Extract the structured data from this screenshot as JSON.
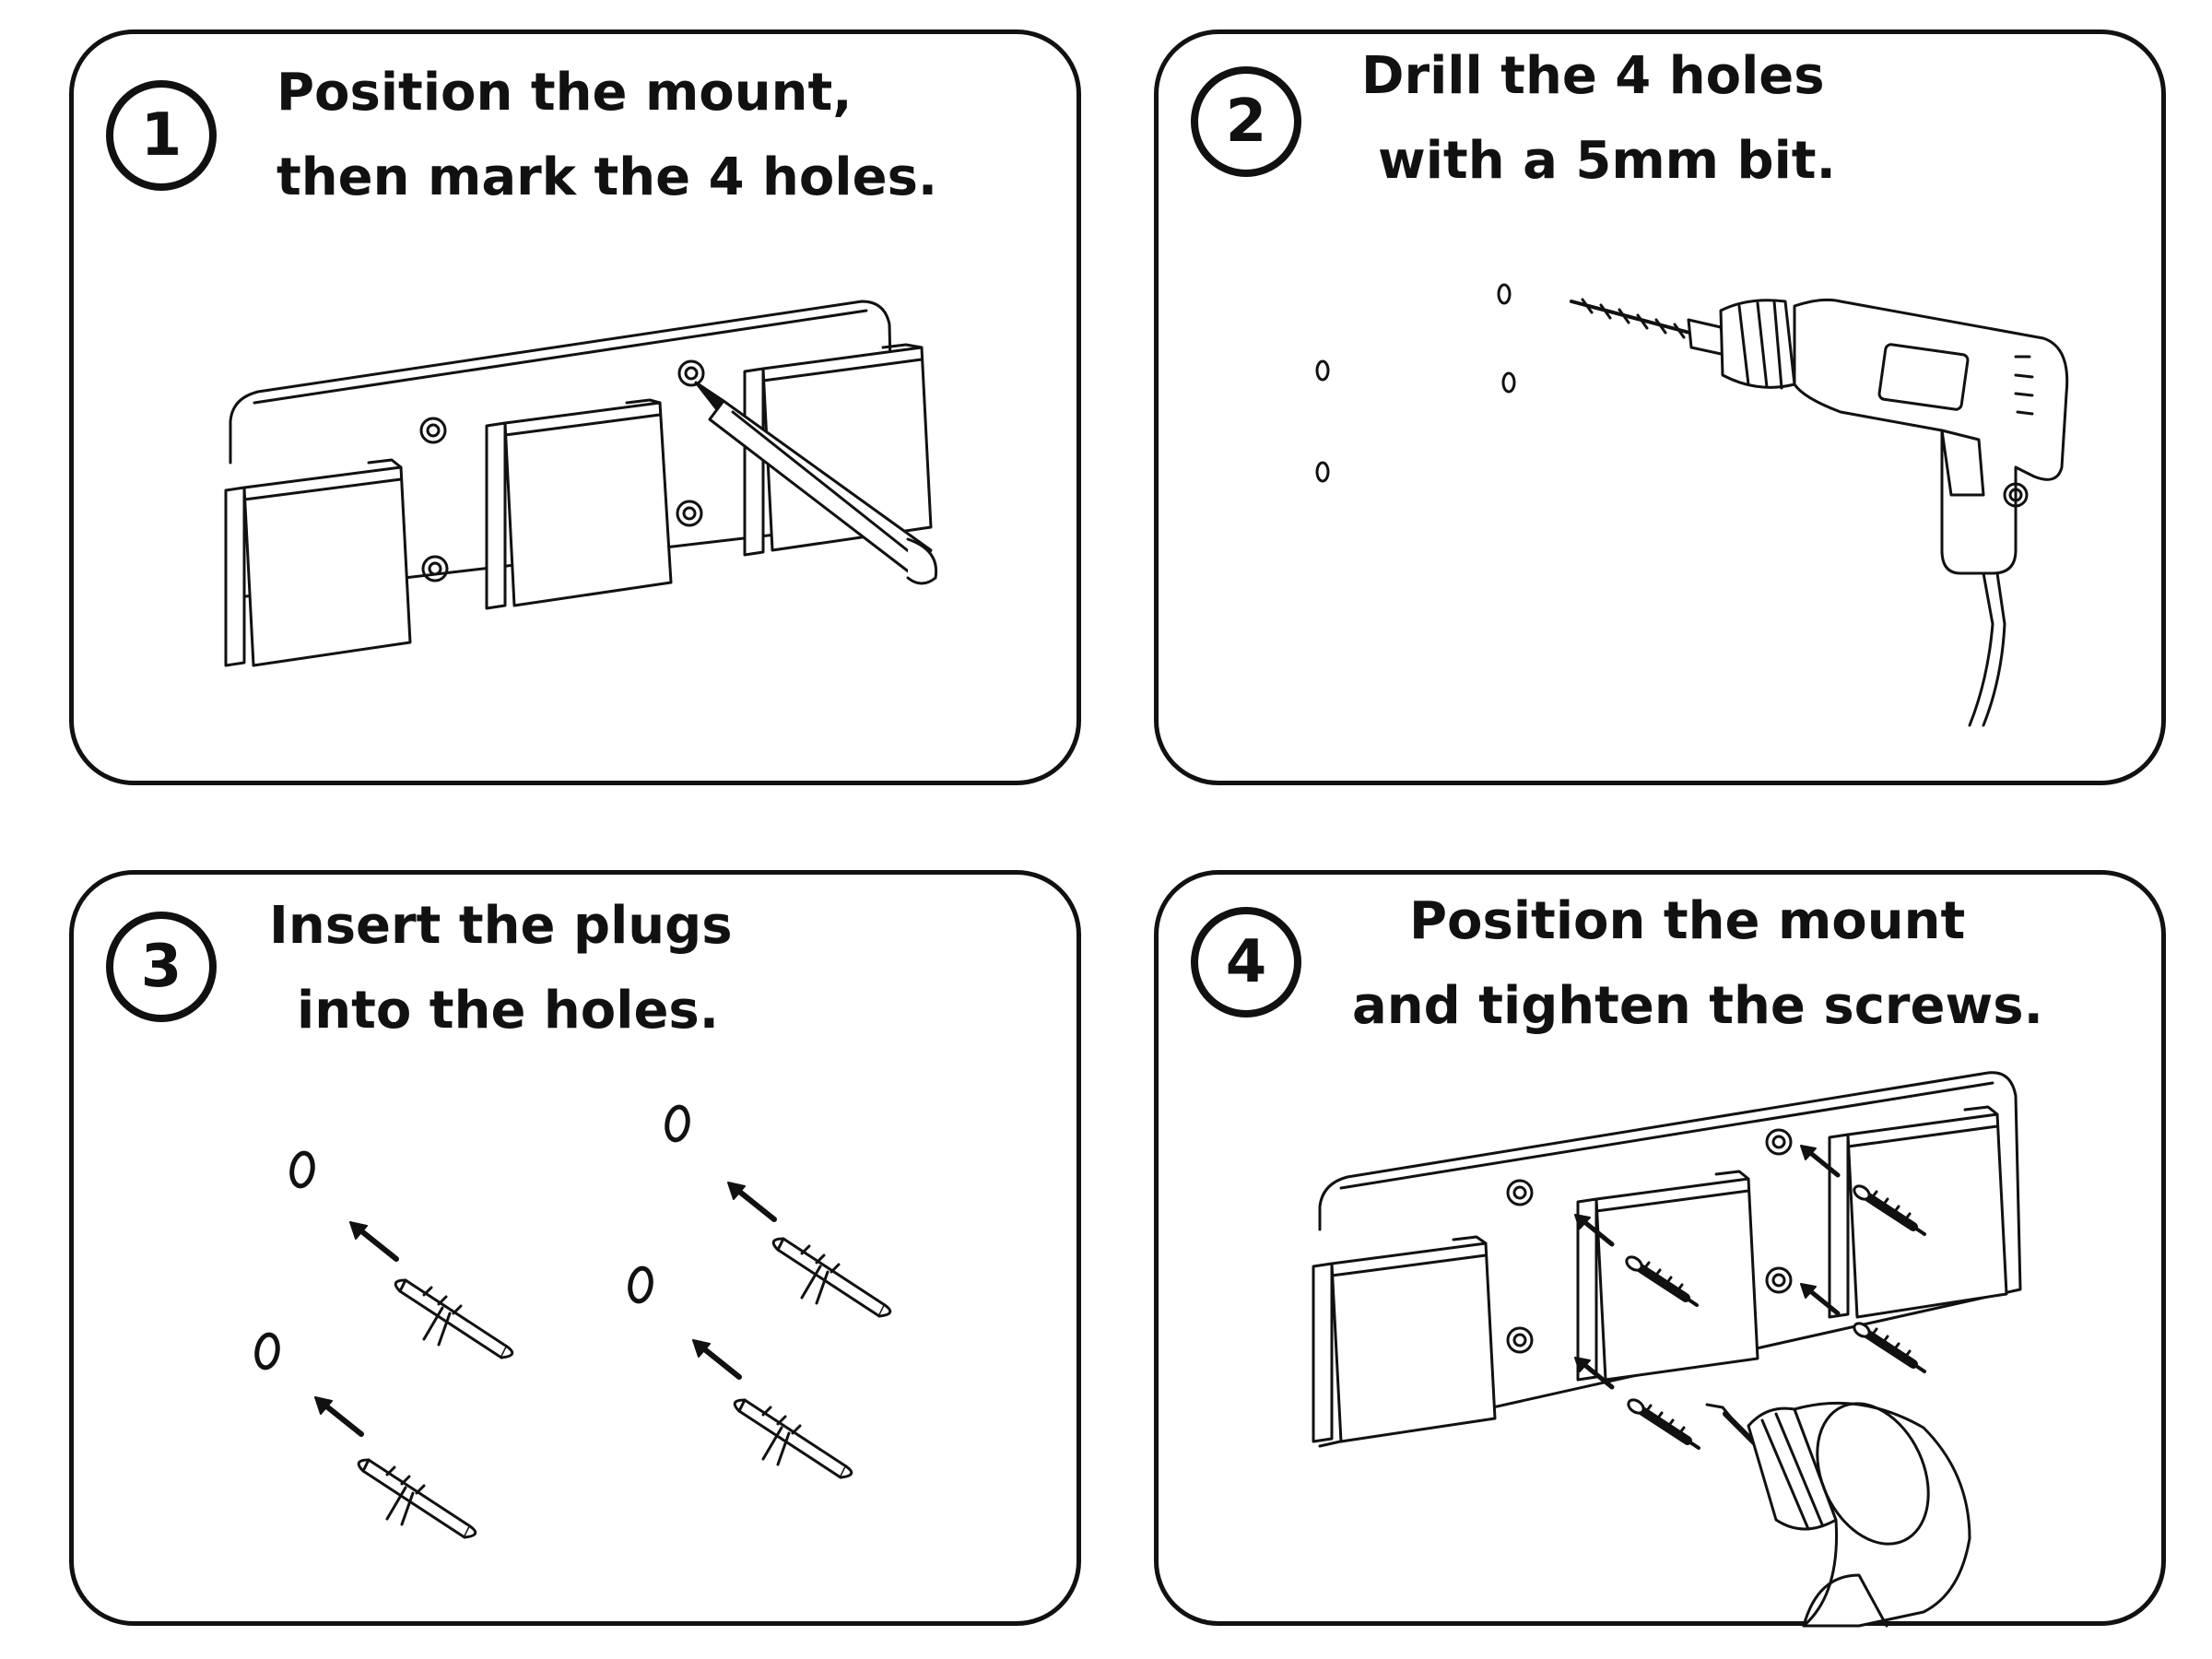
{
  "steps": [
    {
      "number": "1",
      "line1": "Position the mount,",
      "line2": "then mark the 4 holes."
    },
    {
      "number": "2",
      "line1": "Drill the 4 holes",
      "line2": "with a 5mm bit."
    },
    {
      "number": "3",
      "line1": "Insert the plugs",
      "line2": "into the holes."
    },
    {
      "number": "4",
      "line1": "Position the mount",
      "line2": "and tighten the screws."
    }
  ],
  "colors": {
    "ink": "#111111",
    "background": "#ffffff"
  },
  "icons": [
    "mount-bracket",
    "pencil-icon",
    "drill-icon",
    "wall-plug-icon",
    "screw-icon",
    "arrow-icon"
  ]
}
